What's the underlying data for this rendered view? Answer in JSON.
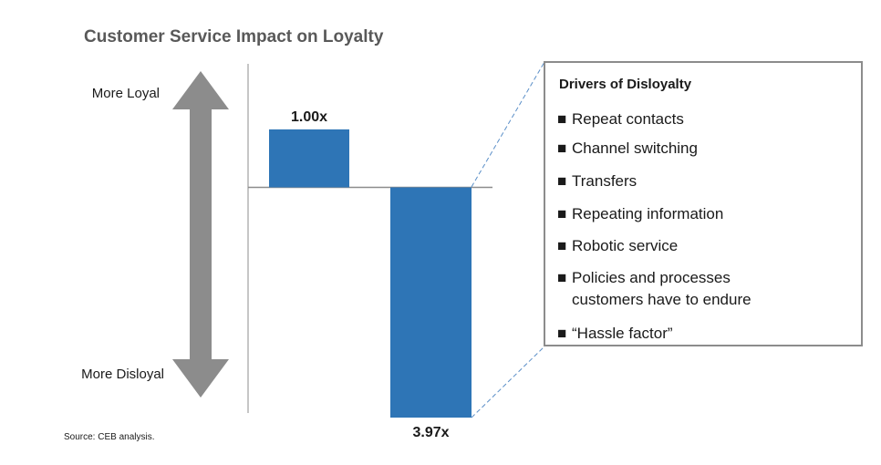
{
  "chart_data": {
    "type": "bar",
    "title": "Customer Service Impact on Loyalty",
    "categories": [
      "",
      ""
    ],
    "values": [
      1.0,
      -3.97
    ],
    "data_labels": [
      "1.00x",
      "3.97x"
    ],
    "ylim": [
      -4.2,
      1.3
    ],
    "grid": false,
    "axis_labels": {
      "top": "More Loyal",
      "bottom": "More Disloyal"
    },
    "bar_color": "#2e75b6",
    "arrow_color": "#8c8c8c",
    "source": "Source: CEB analysis."
  },
  "callout": {
    "title": "Drivers of Disloyalty",
    "bullet": "■",
    "items": [
      "Repeat contacts",
      "Channel switching",
      "Transfers",
      "Repeating information",
      "Robotic service",
      "Policies and processes",
      "customers have to endure",
      "“Hassle factor”"
    ],
    "items_bulleted": [
      true,
      true,
      true,
      true,
      true,
      true,
      false,
      true
    ]
  }
}
